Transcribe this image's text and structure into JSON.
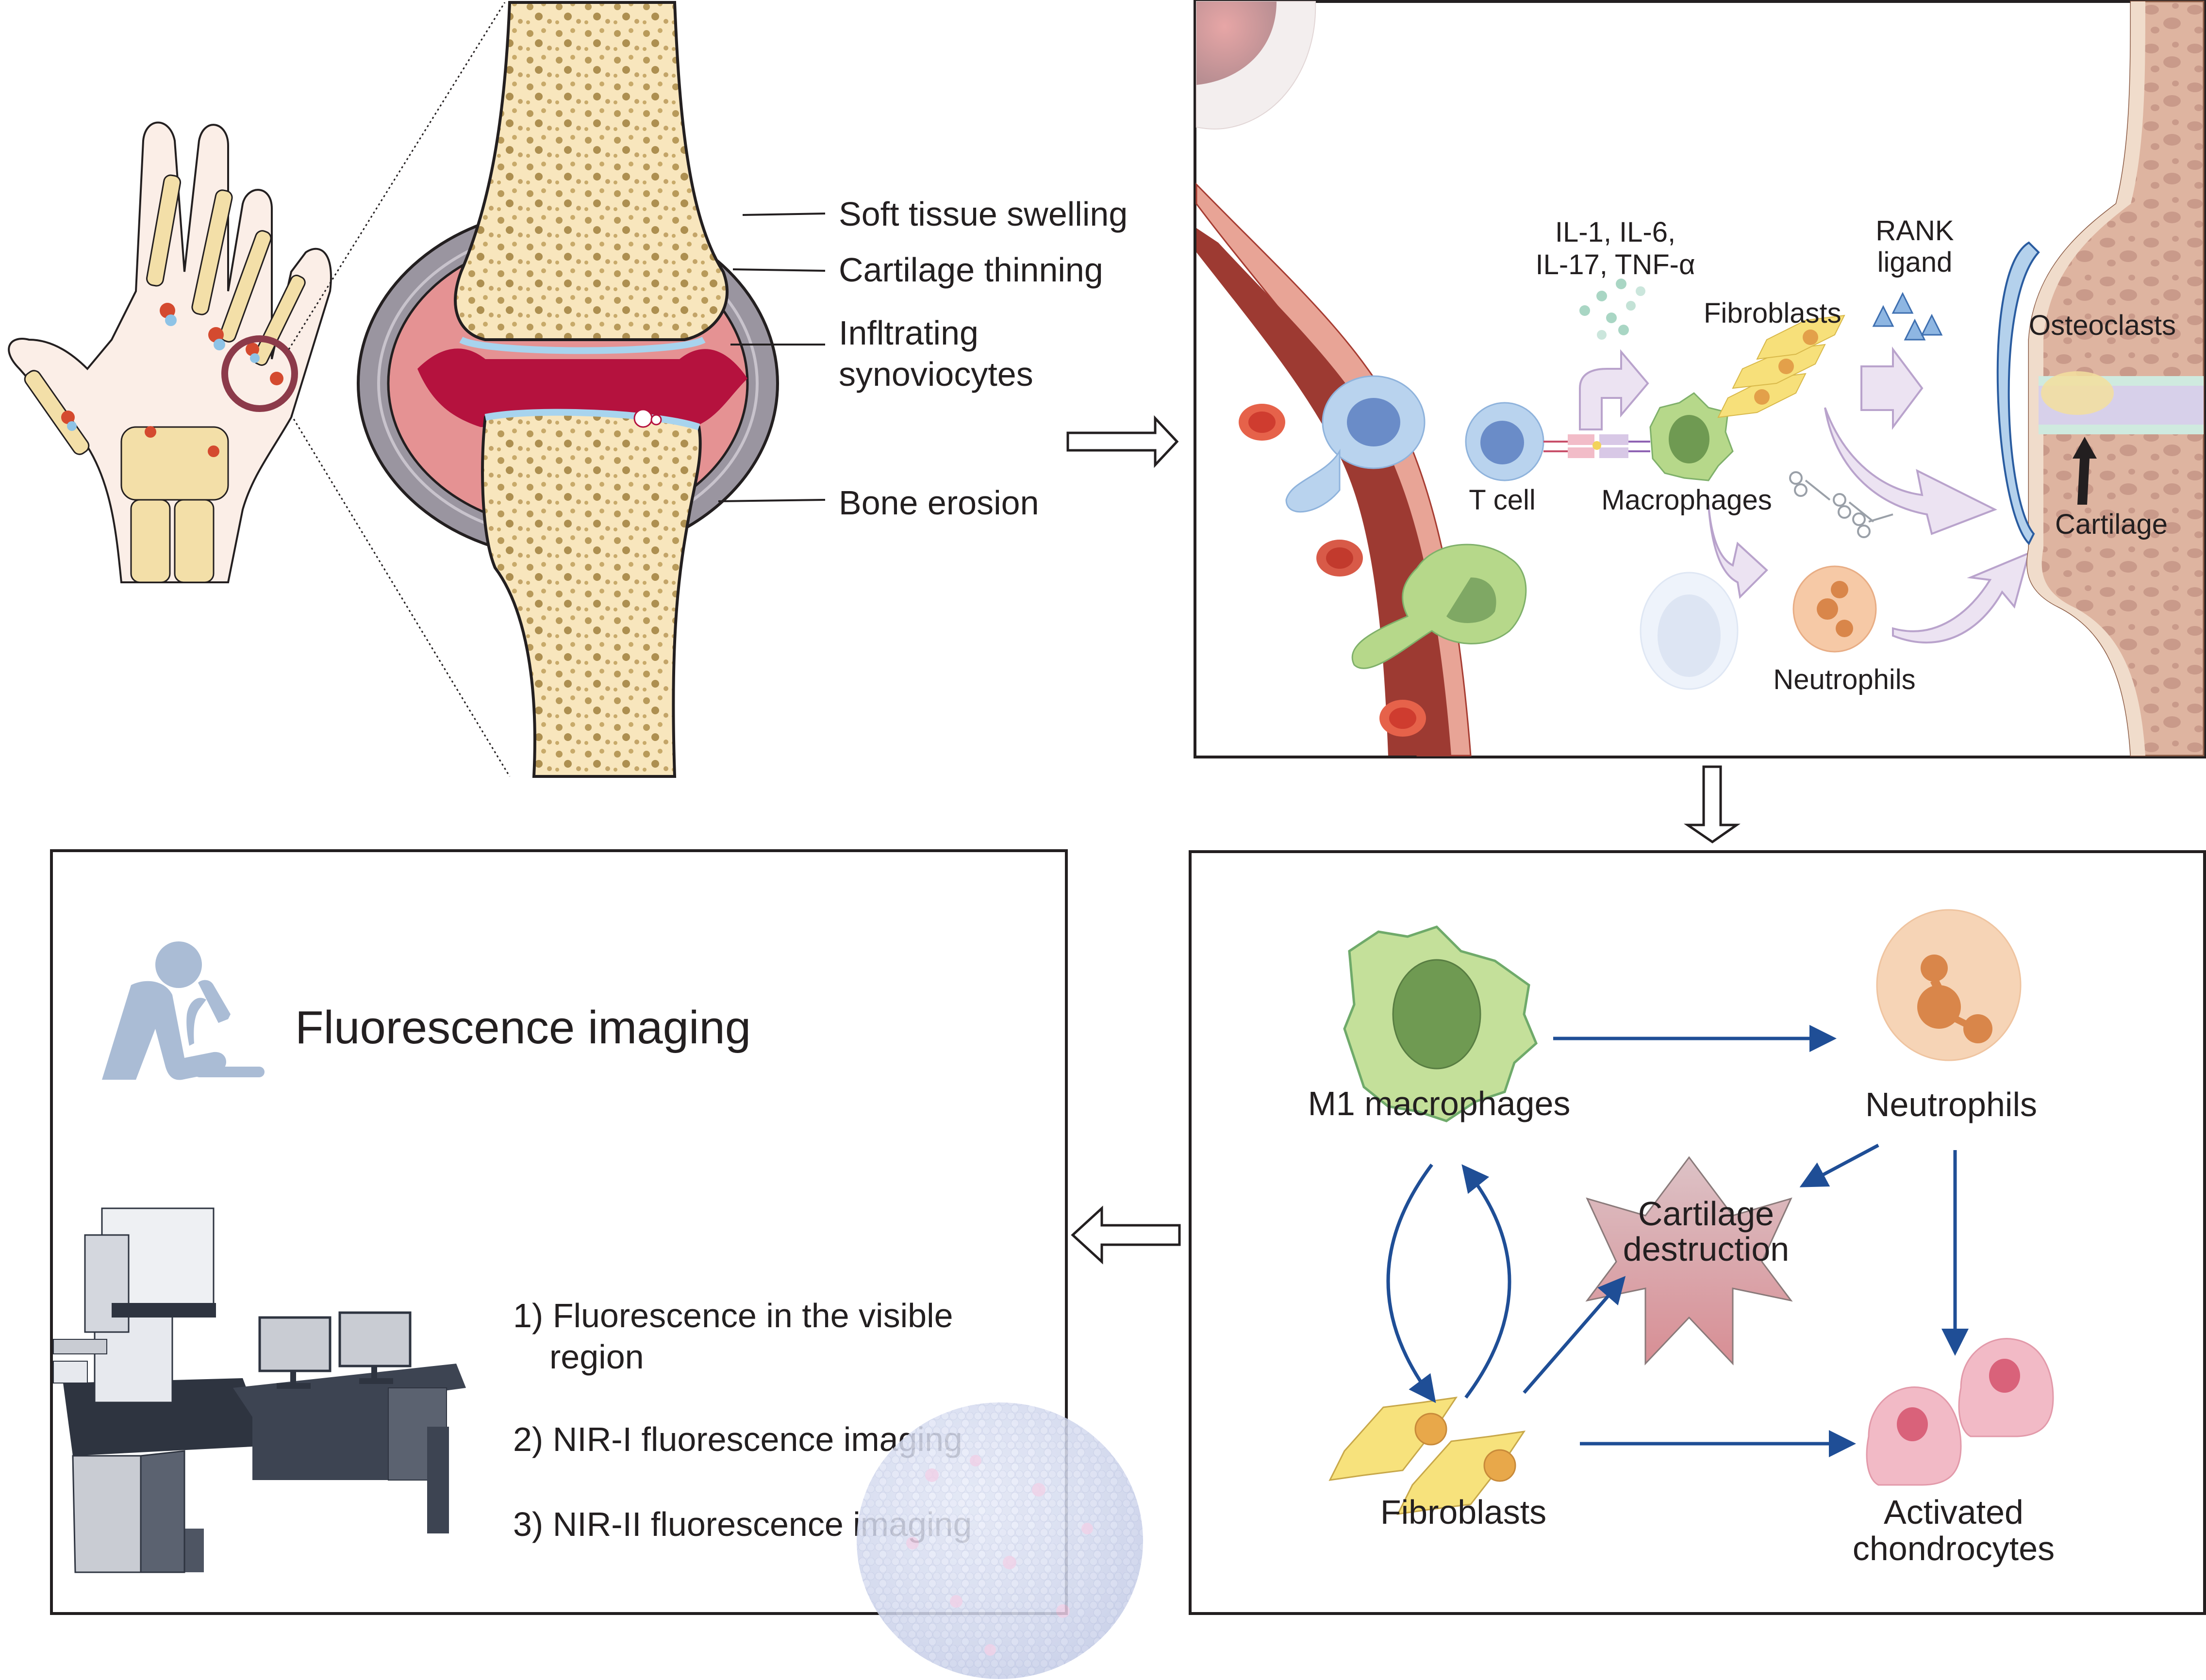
{
  "figure": {
    "description": "Rheumatoid arthritis pathogenesis and fluorescence imaging overview",
    "colors": {
      "text": "#231f20",
      "flow_arrow": "#1f4e96",
      "bone": "#f8e6bd",
      "synovium_red": "#b5123e",
      "capsule_gray": "#9a95a0",
      "macrophage_green": "#b6d88a",
      "neutrophil_orange": "#f6c9a6",
      "fibroblast_yellow": "#f7e07a",
      "chondrocyte_pink": "#efb6c2",
      "star_pink": "#d8a0a6",
      "icon_blue": "#aabcd5"
    }
  },
  "joint_panel": {
    "labels": {
      "soft_tissue": "Soft tissue swelling",
      "cartilage_thinning": "Cartilage thinning",
      "infiltrating_line1": "Infltrating",
      "infiltrating_line2": "synoviocytes",
      "bone_erosion": "Bone erosion"
    }
  },
  "cell_panel": {
    "cytokines_line1": "IL-1, IL-6,",
    "cytokines_line2": "IL-17, TNF-α",
    "rank_line1": "RANK",
    "rank_line2": "ligand",
    "fibroblasts": "Fibroblasts",
    "osteoclasts": "Osteoclasts",
    "t_cell": "T cell",
    "macrophages": "Macrophages",
    "cartilage": "Cartilage",
    "neutrophils": "Neutrophils"
  },
  "network_panel": {
    "m1_macrophages": "M1 macrophages",
    "neutrophils": "Neutrophils",
    "cartilage_line1": "Cartilage",
    "cartilage_line2": "destruction",
    "fibroblasts": "Fibroblasts",
    "chondrocytes_line1": "Activated",
    "chondrocytes_line2": "chondrocytes"
  },
  "imaging_panel": {
    "title": "Fluorescence imaging",
    "items": [
      {
        "line1": "1) Fluorescence in the visible",
        "line2": "region"
      },
      {
        "line1": "2) NIR-I fluorescence imaging"
      },
      {
        "line1": "3) NIR-II fluorescence imaging"
      }
    ]
  }
}
